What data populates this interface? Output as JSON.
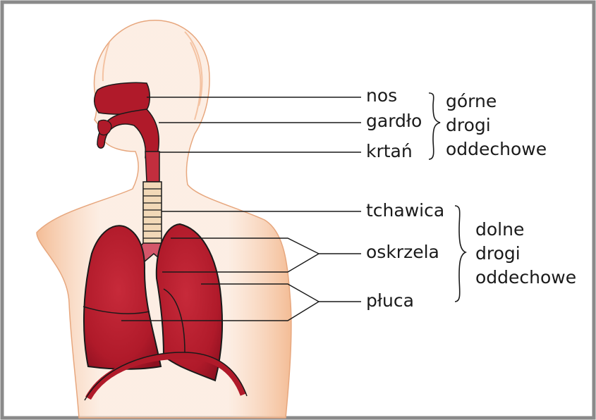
{
  "colors": {
    "frame": "#8a8a8a",
    "skin": "#f0b48c",
    "organ": "#b01a2a",
    "organ_dark": "#8c1020",
    "cartilage": "#f2d9b8",
    "line": "#1a1a1a"
  },
  "labels": {
    "nos": "nos",
    "gardlo": "gardło",
    "krtan": "krtań",
    "tchawica": "tchawica",
    "oskrzela": "oskrzela",
    "pluca": "płuca"
  },
  "groups": {
    "upper": {
      "line1": "górne",
      "line2": "drogi",
      "line3": "oddechowe"
    },
    "lower": {
      "line1": "dolne",
      "line2": "drogi",
      "line3": "oddechowe"
    }
  }
}
